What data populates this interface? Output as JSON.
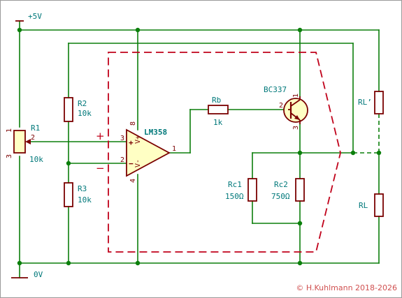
{
  "labels": {
    "supply": "+5V",
    "ground": "0V",
    "copyright": "© H.Kuhlmann 2018-2026"
  },
  "components": {
    "r1": {
      "name": "R1",
      "value": "10k",
      "pin1": "1",
      "pin2": "2",
      "pin3": "3"
    },
    "r2": {
      "name": "R2",
      "value": "10k"
    },
    "r3": {
      "name": "R3",
      "value": "10k"
    },
    "rb": {
      "name": "Rb",
      "value": "1k"
    },
    "rc1": {
      "name": "Rc1",
      "value": "150Ω"
    },
    "rc2": {
      "name": "Rc2",
      "value": "750Ω"
    },
    "rl": {
      "name": "RL"
    },
    "rl_alt": {
      "name": "RL’"
    },
    "opamp": {
      "name": "LM358",
      "in_plus_pin": "3",
      "in_minus_pin": "2",
      "out_pin": "1",
      "vplus_pin": "8",
      "vminus_pin": "4",
      "vplus_label": "V+",
      "vminus_label": "V-",
      "plus_sign": "+",
      "minus_sign": "−"
    },
    "transistor": {
      "name": "BC337",
      "pin_c": "1",
      "pin_b": "2",
      "pin_e": "3"
    }
  }
}
